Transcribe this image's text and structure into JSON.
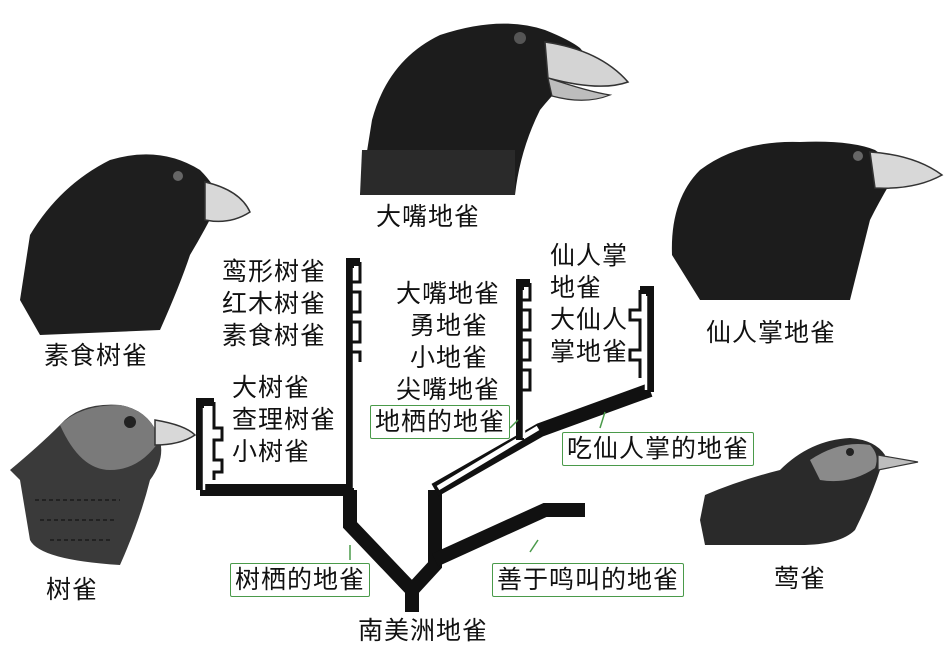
{
  "species": {
    "large_ground_finch": "大嘴地雀",
    "vegetarian_finch": "素食树雀",
    "cactus_ground_finch": "仙人掌地雀",
    "tree_finch": "树雀",
    "warbler_finch": "莺雀",
    "ancestor": "南美洲地雀"
  },
  "groups": {
    "tree_dwelling": "树栖的地雀",
    "ground_dwelling": "地栖的地雀",
    "cactus_eating": "吃仙人掌的地雀",
    "singing": "善于鸣叫的地雀"
  },
  "branches": {
    "tree_upper": [
      "鸾形树雀",
      "红木树雀",
      "素食树雀"
    ],
    "tree_lower": [
      "大树雀",
      "查理树雀",
      "小树雀"
    ],
    "ground": [
      "大嘴地雀",
      "勇地雀",
      "小地雀",
      "尖嘴地雀"
    ],
    "cactus": [
      "仙人掌",
      "地雀",
      "大仙人",
      "掌地雀"
    ]
  },
  "colors": {
    "branch": "#111111",
    "group_border": "#4a9a4a",
    "bird_dark": "#1c1c1c",
    "beak": "#d8d8d8"
  }
}
